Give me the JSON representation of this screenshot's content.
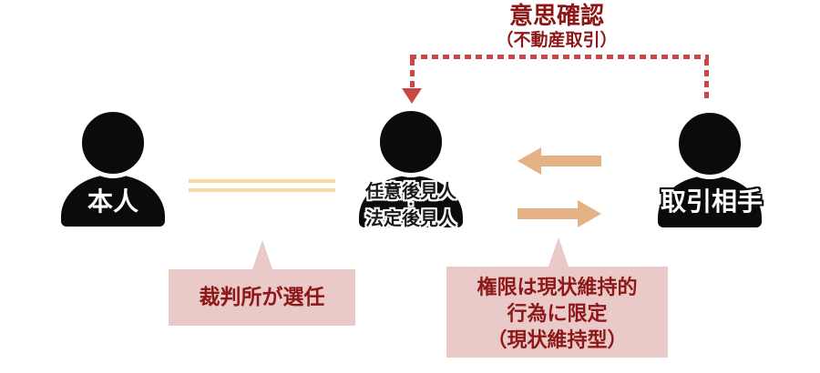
{
  "diagram": {
    "top_label": {
      "title": "意思確認",
      "subtitle": "（不動産取引）"
    },
    "persons": [
      {
        "icon": "person-silhouette",
        "label": "本人"
      },
      {
        "icon": "person-silhouette",
        "lines": [
          "任意後見人",
          "・",
          "法定後見人"
        ]
      },
      {
        "icon": "person-silhouette",
        "label": "取引相手"
      }
    ],
    "callouts": [
      {
        "lines": [
          "裁判所が選任"
        ]
      },
      {
        "lines": [
          "権限は現状維持的",
          "行為に限定",
          "（現状維持型）"
        ]
      }
    ],
    "connectors": {
      "confirmation_link": {
        "style": "dashed",
        "color": "#c94747",
        "arrow_points_to": "任意後見人・法定後見人"
      },
      "relationship_line": {
        "type": "double-line",
        "color": "#f6daa2"
      },
      "exchange_arrows": [
        {
          "direction": "left"
        },
        {
          "direction": "right"
        }
      ]
    },
    "colors": {
      "dark_red_text": "#8e1616",
      "dashed_red": "#c94747",
      "pink_box": "#eac9c9",
      "tan_arrow": "#e4b285",
      "pale_line": "#f6daa2",
      "silhouette": "#0b0b0b"
    }
  }
}
